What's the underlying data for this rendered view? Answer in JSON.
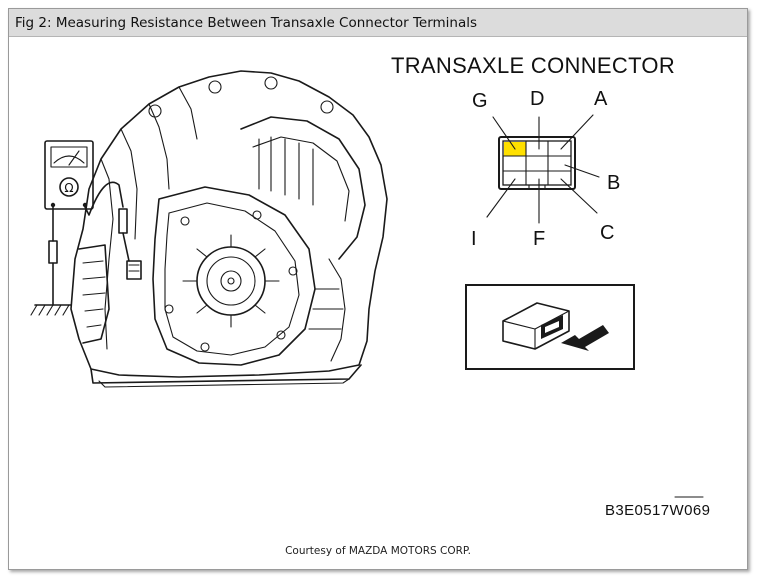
{
  "figure": {
    "caption": "Fig 2: Measuring Resistance Between Transaxle Connector Terminals",
    "credit": "Courtesy of MAZDA MOTORS CORP."
  },
  "diagram": {
    "connector_title": "TRANSAXLE CONNECTOR",
    "pins": {
      "G": "G",
      "D": "D",
      "A": "A",
      "B": "B",
      "C": "C",
      "F": "F",
      "I": "I"
    },
    "meter_symbol": "Ω",
    "code": "B3E0517W069",
    "highlight_color": "#ffe000"
  }
}
